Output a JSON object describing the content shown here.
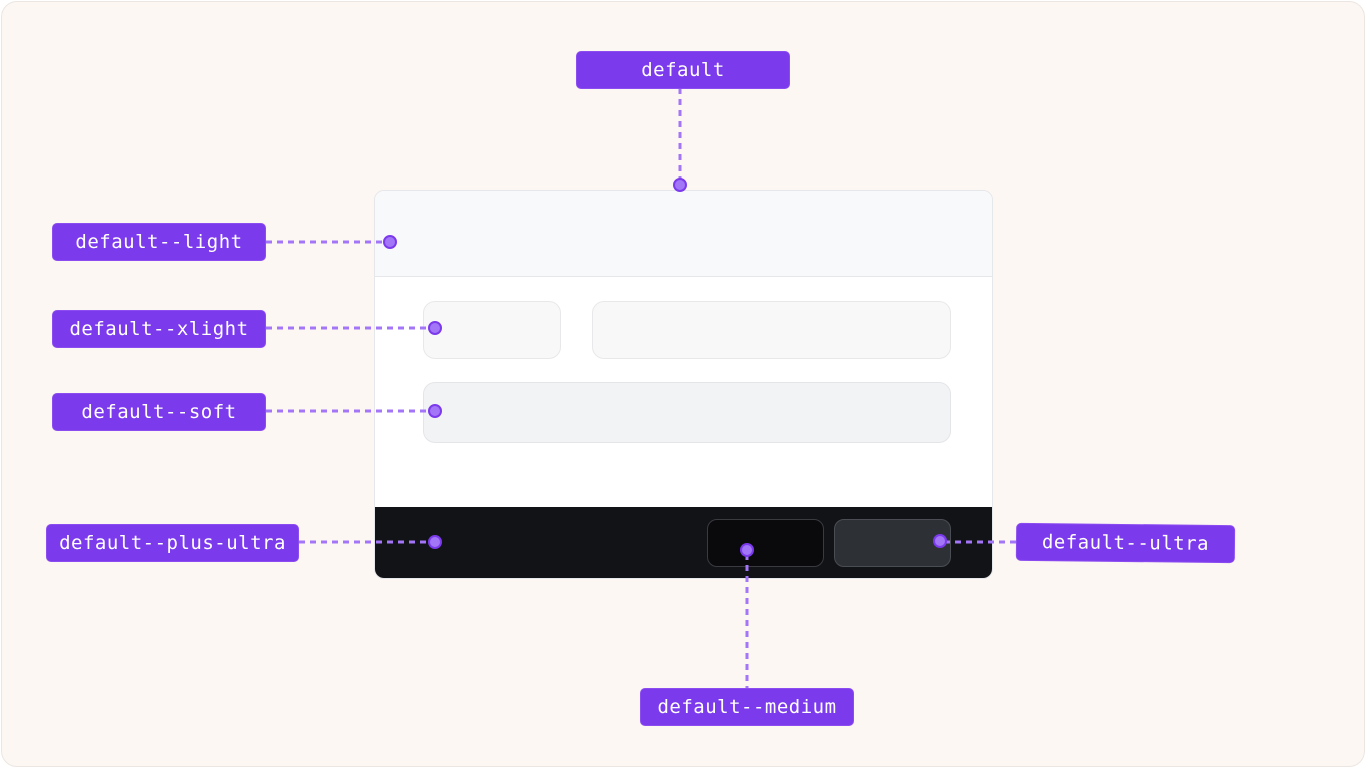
{
  "labels": {
    "default": "default",
    "light": "default--light",
    "xlight": "default--xlight",
    "soft": "default--soft",
    "plus_ultra": "default--plus-ultra",
    "ultra": "default--ultra",
    "medium": "default--medium"
  },
  "colors": {
    "accent": "#7c3aed",
    "connector": "#a276f7",
    "dark_footer": "#121317",
    "canvas": "#fdf7f3"
  }
}
